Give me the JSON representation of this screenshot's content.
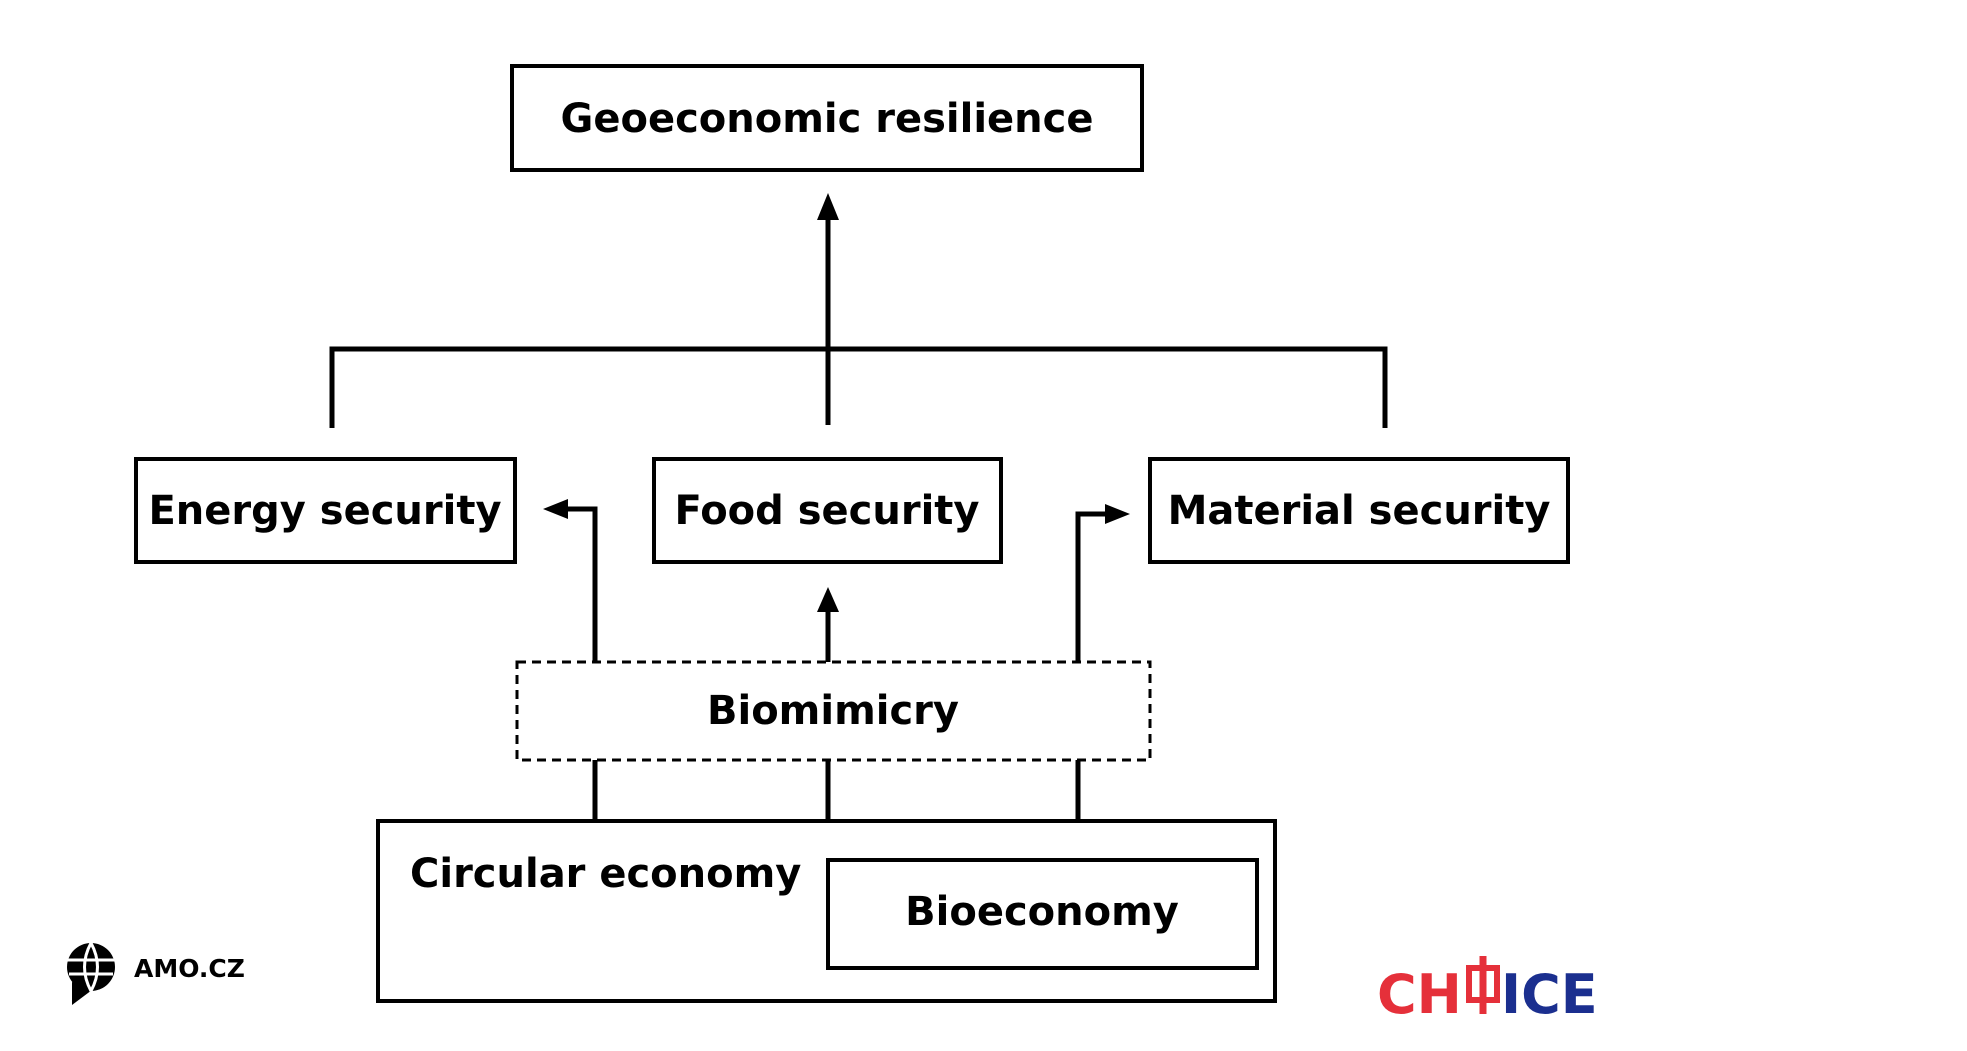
{
  "diagram": {
    "top": {
      "label": "Geoeconomic resilience"
    },
    "securities": {
      "energy": "Energy security",
      "food": "Food security",
      "material": "Material security"
    },
    "biomimicry": "Biomimicry",
    "circular_economy": "Circular economy",
    "bioeconomy": "Bioeconomy"
  },
  "logos": {
    "amo": {
      "text": "AMO.CZ",
      "icon": "globe-speech-bubble-icon"
    },
    "choice": {
      "text": "CHOICE",
      "colors": {
        "red": "#e5303a",
        "blue": "#1b2f8f"
      }
    }
  },
  "colors": {
    "line": "#000000",
    "background": "#ffffff"
  }
}
